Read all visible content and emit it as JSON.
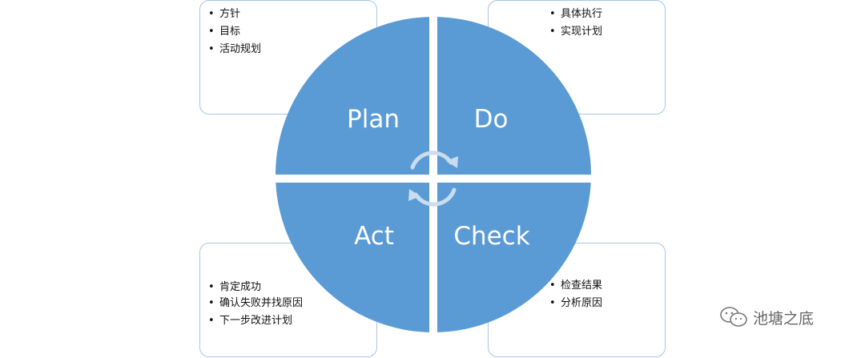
{
  "colors": {
    "quadrant": "#5b9bd5",
    "gap": "#ffffff",
    "note_border": "#a9c4e4",
    "cycle_arrow": "#c9dcf0"
  },
  "quadrants": {
    "plan": {
      "label": "Plan",
      "notes": [
        "方针",
        "目标",
        "活动规划"
      ]
    },
    "do": {
      "label": "Do",
      "notes": [
        "具体执行",
        "实现计划"
      ]
    },
    "act": {
      "label": "Act",
      "notes": [
        "肯定成功",
        "确认失败并找原因",
        "下一步改进计划"
      ]
    },
    "check": {
      "label": "Check",
      "notes": [
        "检查结果",
        "分析原因"
      ]
    }
  },
  "cycle_icon": "circular-arrows-icon",
  "watermark": {
    "icon": "wechat-icon",
    "text": "池塘之底"
  }
}
